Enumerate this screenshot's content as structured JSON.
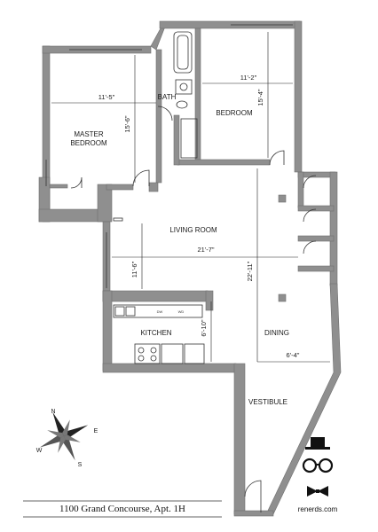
{
  "rooms": {
    "master_bedroom": [
      "MASTER",
      "BEDROOM"
    ],
    "bath": "BATH",
    "bedroom": "BEDROOM",
    "living_room": "LIVING ROOM",
    "kitchen": "KITCHEN",
    "dining": "DINING",
    "vestibule": "VESTIBULE"
  },
  "dimensions": {
    "master_width": "11'-5\"",
    "master_depth": "15'-6\"",
    "bedroom_width": "11'-2\"",
    "bedroom_depth": "15'-4\"",
    "living_width": "21'-7\"",
    "living_depth": "11'-6\"",
    "dining_depth": "22'-11\"",
    "kitchen_depth": "6'-10\"",
    "vestibule_width": "6'-4\""
  },
  "appliances": {
    "dw": "DW",
    "wd": "WD"
  },
  "compass": {
    "n": "N",
    "e": "E",
    "s": "S",
    "w": "W"
  },
  "caption": "1100 Grand Concourse, Apt. 1H",
  "brand": {
    "url": "renerds.com"
  },
  "colors": {
    "wall": "#8f8f8f",
    "line": "#333333",
    "background": "#ffffff"
  }
}
